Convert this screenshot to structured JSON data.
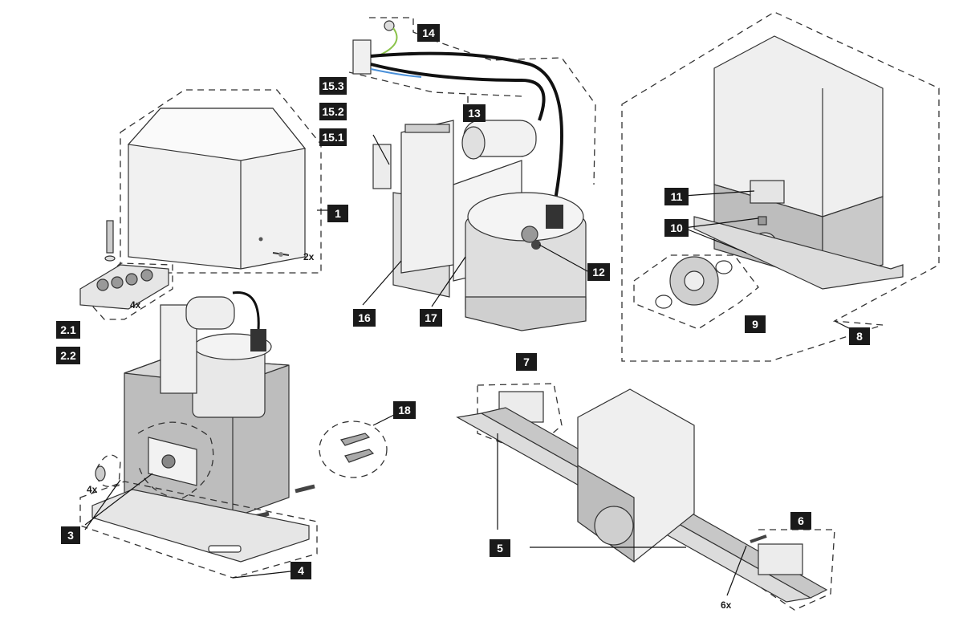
{
  "diagram": {
    "callouts": {
      "c1": "1",
      "c2_1": "2.1",
      "c2_2": "2.2",
      "c3": "3",
      "c4": "4",
      "c5": "5",
      "c6": "6",
      "c7": "7",
      "c8": "8",
      "c9": "9",
      "c10": "10",
      "c11": "11",
      "c12": "12",
      "c13": "13",
      "c14": "14",
      "c15_1": "15.1",
      "c15_2": "15.2",
      "c15_3": "15.3",
      "c16": "16",
      "c17": "17",
      "c18": "18"
    },
    "quantities": {
      "cover_screws": "2x",
      "cable_glands": "4x",
      "base_bolts": "4x",
      "rack_screws": "6x"
    },
    "colors": {
      "callout_fill": "#1a1a1a",
      "housing_light": "#efefef",
      "housing_dark": "#bdbdbd",
      "wire_green": "#8bc34a",
      "wire_blue": "#4a90d9"
    }
  }
}
